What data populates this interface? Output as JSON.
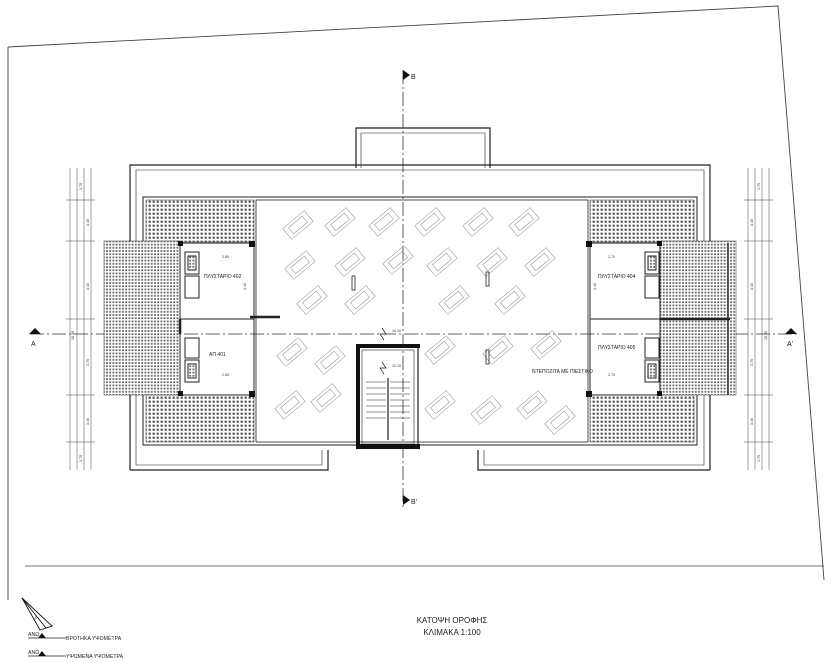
{
  "axis_labels": {
    "top": "B",
    "bottom": "B'",
    "left": "A",
    "right": "A'"
  },
  "rooms": {
    "storage_402": "ΠΛΥΣΤΑΡΙΟ 402",
    "storage_404": "ΠΛΥΣΤΑΡΙΟ 404",
    "storage_405": "ΠΛΥΣΤΑΡΙΟ 405",
    "room_401": "ΑΠ 401",
    "terrace_note": "ΝΤΕΠΟΖΙΤΑ ΜΕ ΠΙΕΣΤΙΚΟ"
  },
  "dims": {
    "d_285": "2.85",
    "d_270": "2.70",
    "d_275": "2.75",
    "d_340": "3.40",
    "d_310": "3.10",
    "d_375": "3.75",
    "d_1838": "18.38",
    "d_1575": "1.75",
    "d_1010": "10.10"
  },
  "title": {
    "line1": "ΚΑΤΟΨΗ ΟΡΟΦΗΣ",
    "line2": "ΚΛΙΜΑΚΑ 1:100"
  },
  "legend": {
    "row1_code": "ΑΝΩ",
    "row1_label": "ΒΡΟΤΗΚΑ ΥΨΟΜΕΤΡΑ",
    "row2_code": "ΑΝΩ",
    "row2_label": "ΥΨΩΜΕΝΑ ΥΨΟΜΕΤΡΑ",
    "north_label": "Β"
  }
}
